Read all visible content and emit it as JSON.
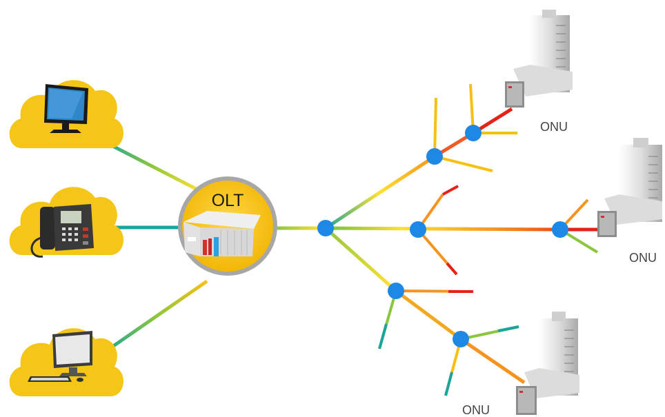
{
  "olt": {
    "label": "OLT"
  },
  "onus": [
    {
      "label": "ONU"
    },
    {
      "label": "ONU"
    },
    {
      "label": "ONU"
    }
  ],
  "clients": [
    {
      "icon": "monitor-icon"
    },
    {
      "icon": "desk-phone-icon"
    },
    {
      "icon": "desktop-computer-icon"
    }
  ],
  "colors": {
    "cloud": "#f5c518",
    "splitter_node": "#1e88e5",
    "fiber_gradient": [
      "#1aa59a",
      "#8cc63f",
      "#ffe033",
      "#f7931e",
      "#e62117"
    ],
    "olt_ring": "#a7a7a7"
  }
}
